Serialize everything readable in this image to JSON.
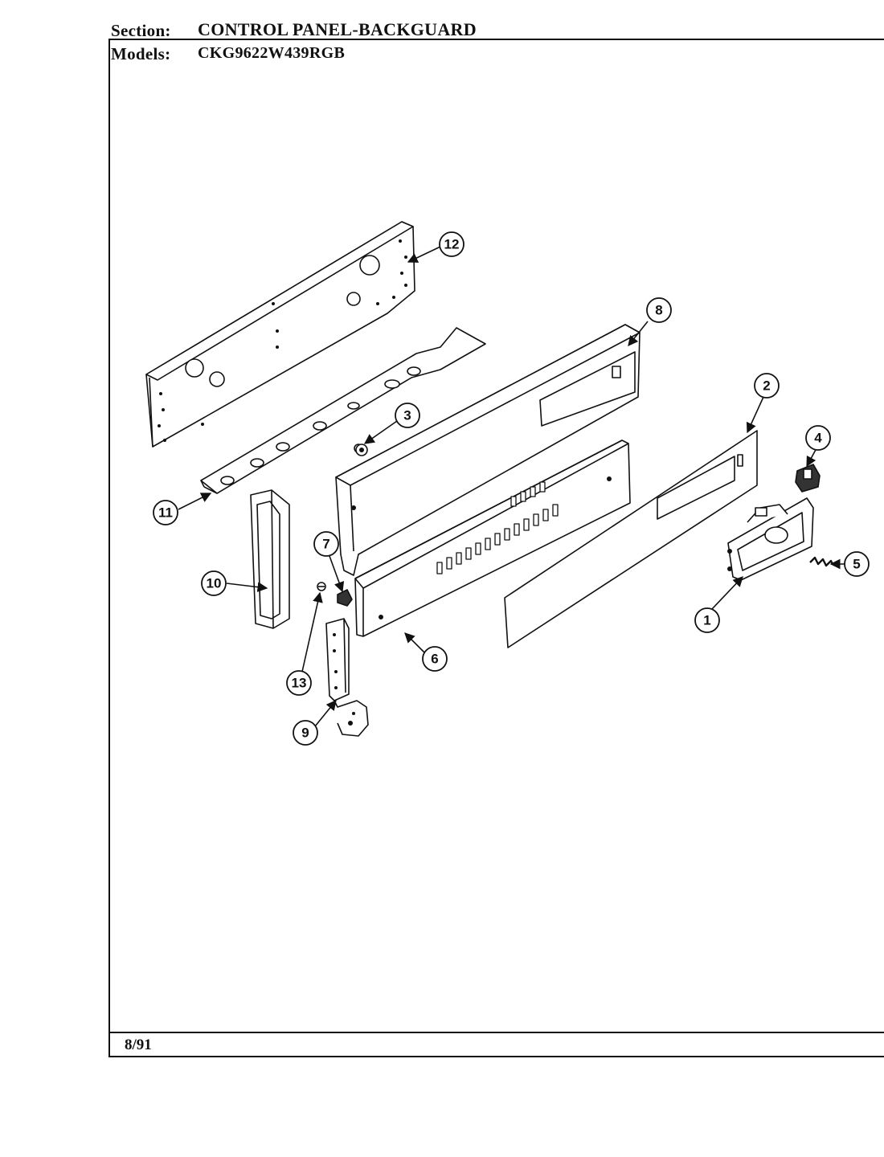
{
  "header": {
    "section_label": "Section:",
    "section_value": "CONTROL PANEL-BACKGUARD",
    "models_label": "Models:",
    "models_value": "CKG9622W439RGB"
  },
  "footer": {
    "date": "8/91"
  },
  "callouts": [
    "1",
    "2",
    "3",
    "4",
    "5",
    "6",
    "7",
    "8",
    "9",
    "10",
    "11",
    "12",
    "13"
  ]
}
